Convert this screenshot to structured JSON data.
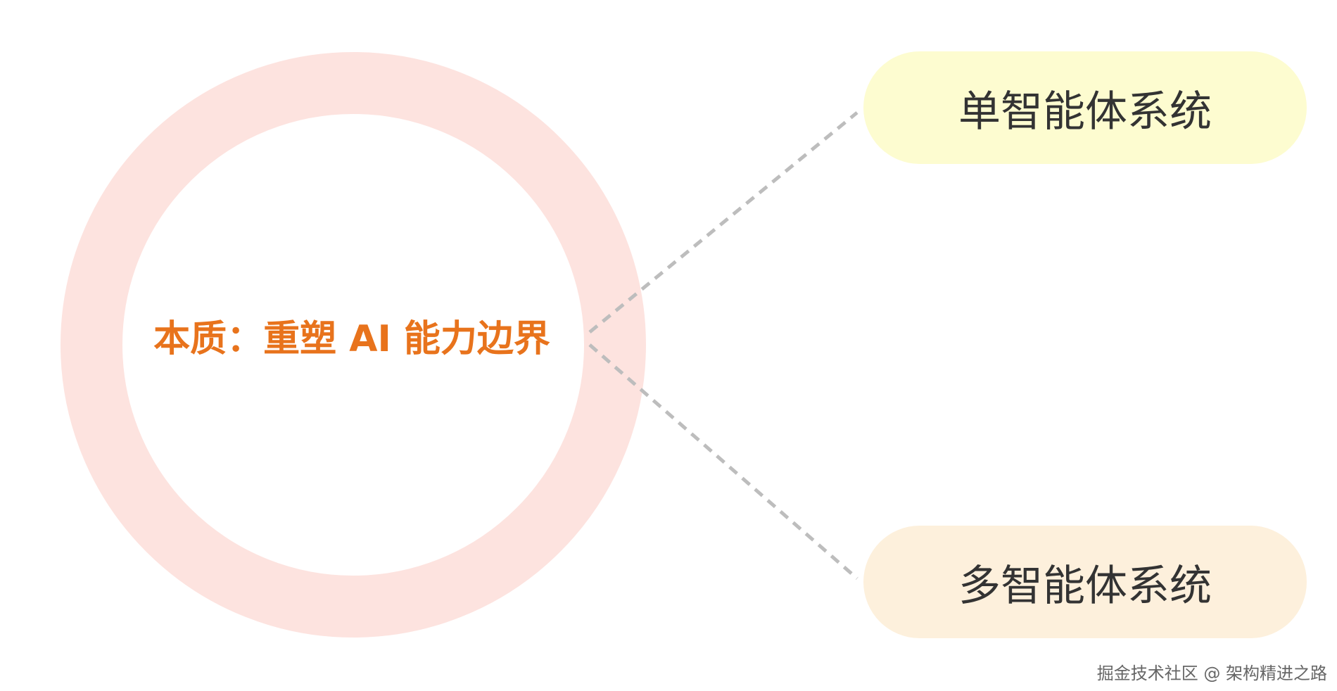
{
  "center": {
    "label": "本质：重塑 AI 能力边界"
  },
  "branches": [
    {
      "label": "单智能体系统",
      "color": "#fdfcd0"
    },
    {
      "label": "多智能体系统",
      "color": "#fdf0dc"
    }
  ],
  "ring_color": "#fde3df",
  "label_color": "#e8731c",
  "connector_color": "#bdbdbd",
  "watermark": "掘金技术社区 @ 架构精进之路"
}
